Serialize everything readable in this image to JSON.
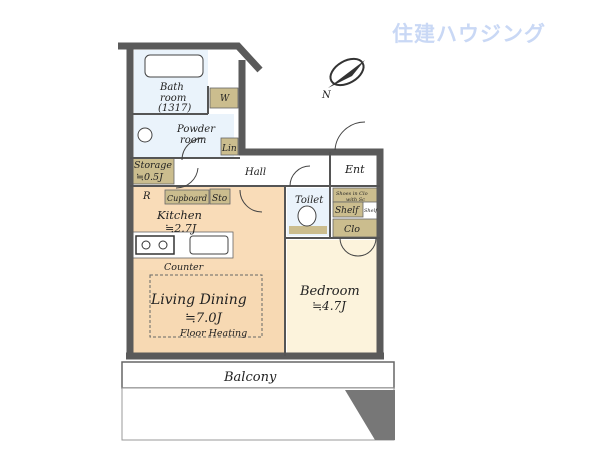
{
  "watermark": "住建ハウジング",
  "compass": {
    "label": "N"
  },
  "rooms": {
    "bath": {
      "name": "Bath",
      "name2": "room",
      "size": "(1317)"
    },
    "wash": {
      "name": "W"
    },
    "powder": {
      "name": "Powder",
      "name2": "room"
    },
    "linen": {
      "name": "Lin"
    },
    "storage": {
      "name": "Storage",
      "size": "≒0.5J"
    },
    "hall": {
      "name": "Hall"
    },
    "entrance": {
      "name": "Ent"
    },
    "refrigerator": {
      "name": "R"
    },
    "cupboard": {
      "name": "Cupboard"
    },
    "sto": {
      "name": "Sto"
    },
    "kitchen": {
      "name": "Kitchen",
      "size": "≒2.7J"
    },
    "counter": {
      "name": "Counter"
    },
    "living": {
      "name": "Living Dining",
      "size": "≒7.0J",
      "note": "Floor Heating"
    },
    "toilet": {
      "name": "Toilet"
    },
    "shoes": {
      "name": "Shoes in Clo",
      "name2": "with Sc"
    },
    "shelf": {
      "name": "Shelf",
      "small": "Shelf"
    },
    "closet": {
      "name": "Clo"
    },
    "bedroom": {
      "name": "Bedroom",
      "size": "≒4.7J"
    },
    "balcony": {
      "name": "Balcony"
    }
  },
  "colors": {
    "wall": "#5a5a5a",
    "tan": "#cbbd8e",
    "kitchen": "#f9dcb8",
    "living": "#f7d9b3",
    "bedroom": "#fcf3dc",
    "wet": "#eaf3fb"
  }
}
